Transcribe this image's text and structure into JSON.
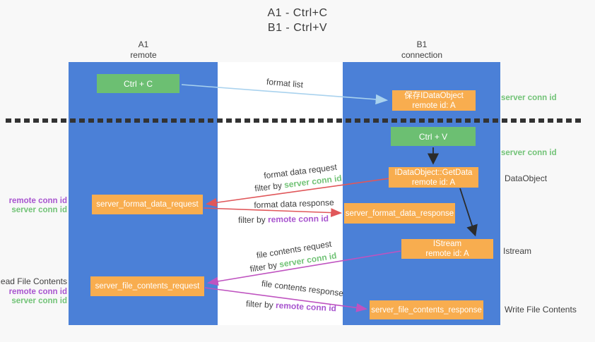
{
  "title": {
    "line1": "A1 - Ctrl+C",
    "line2": "B1 - Ctrl+V"
  },
  "columns": {
    "left": {
      "name": "A1",
      "role": "remote"
    },
    "right": {
      "name": "B1",
      "role": "connection"
    }
  },
  "nodes": {
    "ctrl_c": {
      "label": "Ctrl + C"
    },
    "save_idataobject": {
      "line1": "保存IDataObject",
      "line2": "remote id: A"
    },
    "ctrl_v": {
      "label": "Ctrl + V"
    },
    "getdata": {
      "line1": "IDataObject::GetData",
      "line2": "remote id: A"
    },
    "format_request": {
      "label": "server_format_data_request"
    },
    "format_response": {
      "label": "server_format_data_response"
    },
    "istream": {
      "line1": "IStream",
      "line2": "remote id: A"
    },
    "file_request": {
      "label": "server_file_contents_request"
    },
    "file_response": {
      "label": "server_file_contents_response"
    }
  },
  "messages": {
    "format_list": {
      "label": "format list"
    },
    "format_data_request": {
      "label": "format data request",
      "filter_prefix": "filter by ",
      "filter_key": "server conn id"
    },
    "format_data_response": {
      "label": "format data response",
      "filter_prefix": "filter by ",
      "filter_key": "remote conn id"
    },
    "file_contents_request": {
      "label": "file contents request",
      "filter_prefix": "filter by ",
      "filter_key": "server conn id"
    },
    "file_contents_response": {
      "label": "file contents response",
      "filter_prefix": "filter by ",
      "filter_key": "remote conn id"
    }
  },
  "side_labels": {
    "right": [
      {
        "text": "server conn id",
        "color": "green"
      },
      {
        "text": "server conn id",
        "color": "green"
      },
      {
        "text": "DataObject",
        "color": "dark"
      },
      {
        "text": "Istream",
        "color": "dark"
      },
      {
        "text": "Write File Contents",
        "color": "dark"
      }
    ],
    "left": [
      {
        "text": "remote conn id",
        "color": "purple"
      },
      {
        "text": "server conn id",
        "color": "green"
      },
      {
        "text": "Read File Contents",
        "color": "dark"
      },
      {
        "text": "remote conn id",
        "color": "purple"
      },
      {
        "text": "server conn id",
        "color": "green"
      }
    ]
  },
  "colors": {
    "column_blue": "#4b80d7",
    "box_green": "#6cbf72",
    "box_orange": "#f8ad4f",
    "arrow_light_blue": "#a9d2ee",
    "arrow_red": "#e0575a",
    "arrow_magenta": "#bf53c0",
    "arrow_black": "#2b2b2b",
    "label_green": "#72c377",
    "label_purple": "#a855cf",
    "text_dark": "#3d3d3d",
    "background": "#f8f8f8"
  }
}
